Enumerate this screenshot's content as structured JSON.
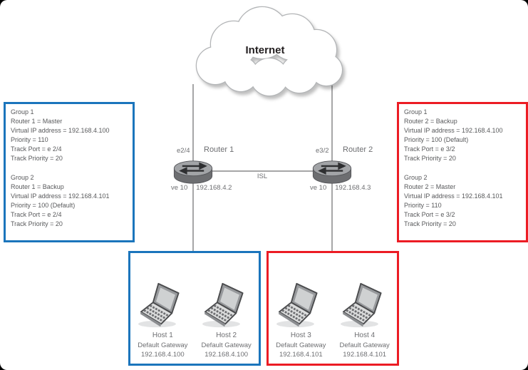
{
  "colors": {
    "blue": "#1b75bc",
    "red": "#ec1c24",
    "line": "#4d4d4f",
    "label_gray": "#6d6e71",
    "config_text": "#58595b"
  },
  "internet": {
    "label": "Internet"
  },
  "isl": {
    "label": "ISL"
  },
  "routers": [
    {
      "name": "Router 1",
      "port": "e2/4",
      "ve": "ve 10",
      "ip": "192.168.4.2"
    },
    {
      "name": "Router 2",
      "port": "e3/2",
      "ve": "ve 10",
      "ip": "192.168.4.3"
    }
  ],
  "config_boxes": [
    {
      "side": "left",
      "border_color": "#1b75bc",
      "groups": [
        {
          "title": "Group 1",
          "lines": [
            "Router 1 = Master",
            "Virtual IP address = 192.168.4.100",
            "Priority = 110",
            "Track Port = e 2/4",
            "Track Priority = 20"
          ]
        },
        {
          "title": "Group 2",
          "lines": [
            "Router 1 = Backup",
            "Virtual IP address = 192.168.4.101",
            "Priority = 100 (Default)",
            "Track Port = e 2/4",
            "Track Priority = 20"
          ]
        }
      ]
    },
    {
      "side": "right",
      "border_color": "#ec1c24",
      "groups": [
        {
          "title": "Group 1",
          "lines": [
            "Router 2 = Backup",
            "Virtual IP address = 192.168.4.100",
            "Priority = 100 (Default)",
            "Track Port = e 3/2",
            "Track Priority = 20"
          ]
        },
        {
          "title": "Group 2",
          "lines": [
            "Router 2 = Master",
            "Virtual IP address = 192.168.4.101",
            "Priority = 110",
            "Track Port = e 3/2",
            "Track Priority = 20"
          ]
        }
      ]
    }
  ],
  "host_groups": [
    {
      "border_color": "#1b75bc",
      "hosts": [
        {
          "name": "Host 1",
          "gateway_label": "Default Gateway",
          "gateway_ip": "192.168.4.100"
        },
        {
          "name": "Host 2",
          "gateway_label": "Default Gateway",
          "gateway_ip": "192.168.4.100"
        }
      ]
    },
    {
      "border_color": "#ec1c24",
      "hosts": [
        {
          "name": "Host 3",
          "gateway_label": "Default Gateway",
          "gateway_ip": "192.168.4.101"
        },
        {
          "name": "Host 4",
          "gateway_label": "Default Gateway",
          "gateway_ip": "192.168.4.101"
        }
      ]
    }
  ]
}
